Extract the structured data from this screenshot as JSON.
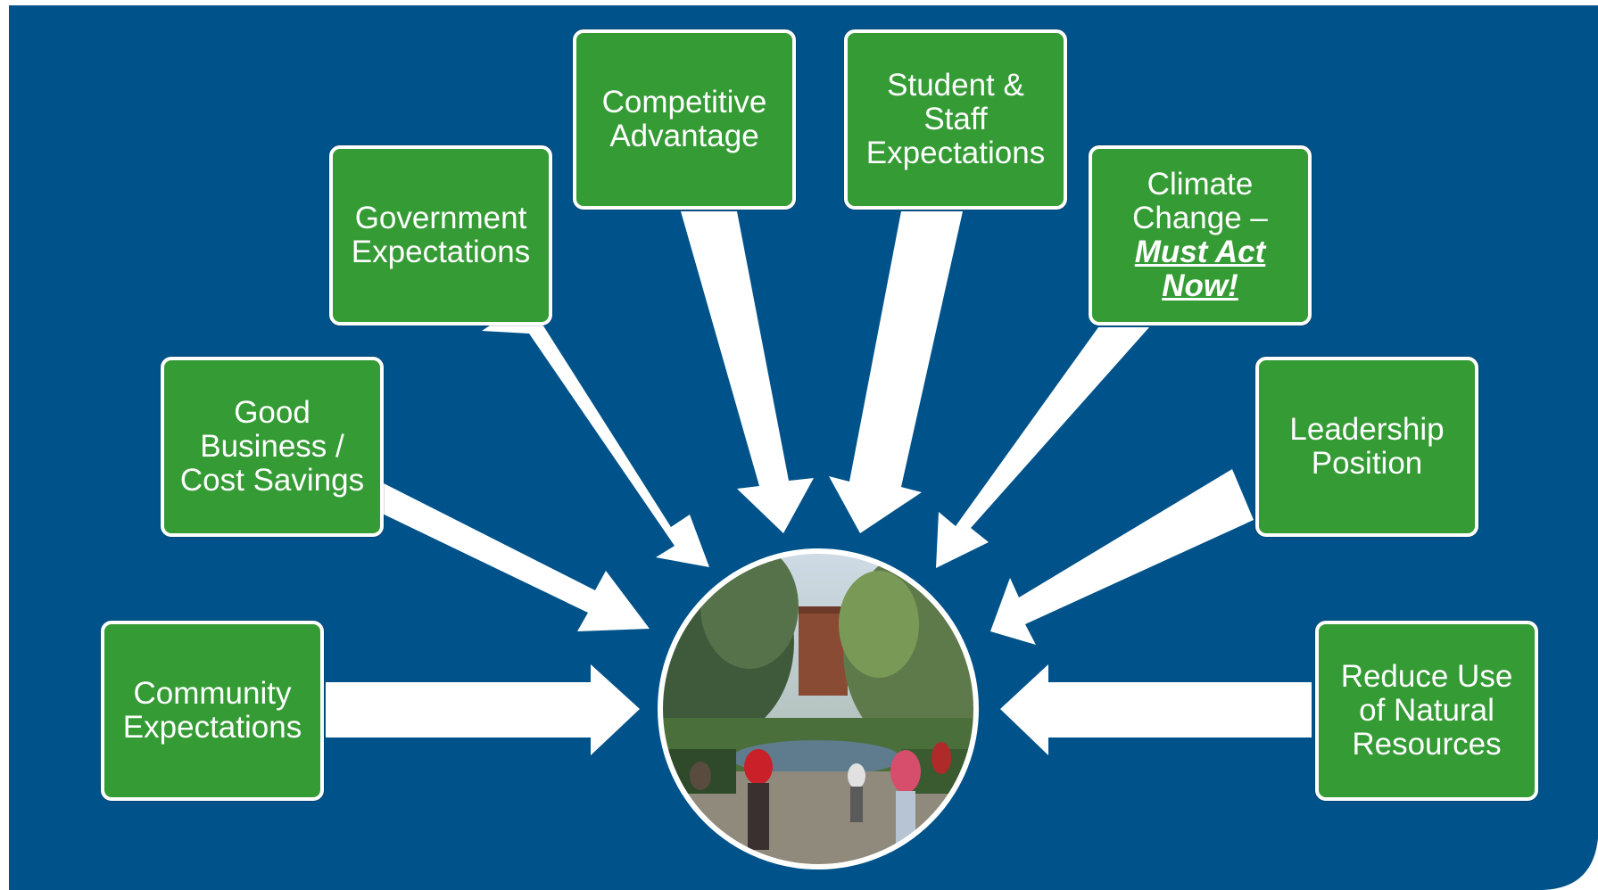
{
  "colors": {
    "background": "#00538a",
    "box_fill": "#359b35",
    "box_border": "#ffffff",
    "arrow": "#ffffff",
    "text": "#ffffff"
  },
  "center": {
    "image": "campus-photo"
  },
  "boxes": {
    "community": {
      "lines": [
        "Community",
        "Expectations"
      ]
    },
    "good_business": {
      "lines": [
        "Good",
        "Business /",
        "Cost Savings"
      ]
    },
    "government": {
      "lines": [
        "Government",
        "Expectations"
      ]
    },
    "competitive": {
      "lines": [
        "Competitive",
        "Advantage"
      ]
    },
    "student_staff": {
      "lines": [
        "Student &",
        "Staff",
        "Expectations"
      ]
    },
    "climate": {
      "lines": [
        "Climate",
        "Change –"
      ],
      "emphasis": [
        "Must Act",
        "Now!"
      ]
    },
    "leadership": {
      "lines": [
        "Leadership",
        "Position"
      ]
    },
    "reduce_use": {
      "lines": [
        "Reduce Use",
        "of Natural",
        "Resources"
      ]
    }
  }
}
